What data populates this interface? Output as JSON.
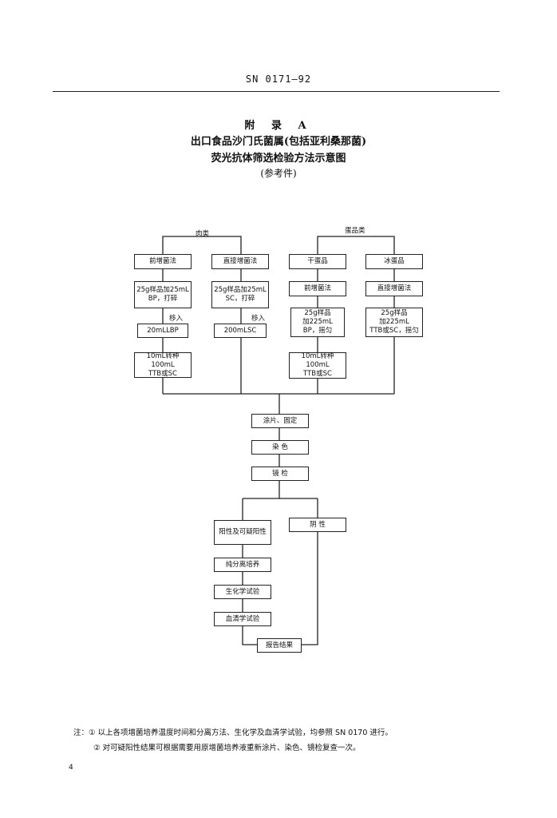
{
  "header": {
    "code": "SN 0171—92"
  },
  "title": {
    "appendix": "附 录 A",
    "line1": "出口食品沙门氏菌属(包括亚利桑那菌)",
    "line2": "荧光抗体筛选检验方法示意图",
    "line3": "(参考件)"
  },
  "flow": {
    "meat_label": "肉类",
    "egg_label": "蛋品类",
    "move1": "移入",
    "move2": "移入",
    "preenrich": "前增菌法",
    "direct_enrich": "直接增菌法",
    "dry_egg": "干蛋品",
    "frozen_egg": "冰蛋品",
    "meat_pre_sample": "25g样品加25mL\nBP，打碎",
    "meat_direct_sample": "25g样品加25mL\nSC，打碎",
    "lbp": "20mLLBP",
    "lsc": "200mLSC",
    "meat_transfer": "10mL转种100mL\nTTB或SC",
    "egg_preenrich": "前增菌法",
    "egg_direct": "直接增菌法",
    "egg_pre_sample": "25g样品\n加225mL\nBP，摇匀",
    "egg_direct_sample": "25g样品\n加225mL\nTTB或SC，摇匀",
    "egg_transfer": "10mL转种100mL\nTTB或SC",
    "smear": "涂片、固定",
    "stain": "染  色",
    "microscope": "镜  检",
    "positive": "阳性及可疑阳性",
    "negative": "阴  性",
    "isolation": "纯分离培养",
    "biochem": "生化学试验",
    "serology": "血清学试验",
    "report": "报告结果"
  },
  "notes": {
    "note1": "注：① 以上各项增菌培养温度时间和分离方法、生化学及血清学试验，均参照 SN 0170 进行。",
    "note2": "② 对可疑阳性结果可根据需要用原增菌培养液重新涂片、染色、镜检复查一次。"
  },
  "page_number": "4"
}
